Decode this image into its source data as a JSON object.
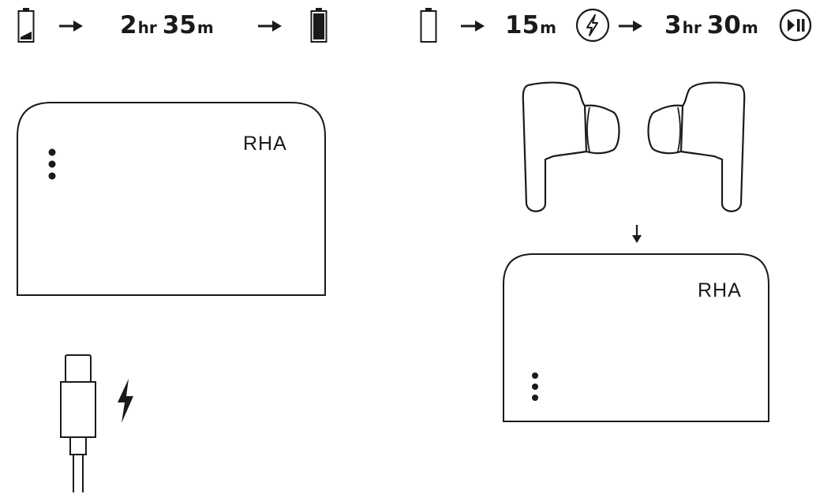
{
  "top_left": {
    "charge_time": {
      "hours": "2",
      "hr_unit": "hr",
      "minutes": "35",
      "min_unit": "m"
    }
  },
  "top_right": {
    "quick_charge": {
      "minutes": "15",
      "min_unit": "m"
    },
    "playback_time": {
      "hours": "3",
      "hr_unit": "hr",
      "minutes": "30",
      "min_unit": "m"
    }
  },
  "case_left": {
    "brand": "RHA"
  },
  "case_right": {
    "brand": "RHA"
  },
  "colors": {
    "ink": "#1a1a1a",
    "background": "#ffffff"
  },
  "icons": [
    "battery-empty-icon",
    "battery-low-icon",
    "battery-full-icon",
    "arrow-right-icon",
    "arrow-down-icon",
    "lightning-icon",
    "lightning-circle-icon",
    "play-pause-icon",
    "led-dots-icon",
    "usb-c-cable-icon",
    "earbud-icon"
  ]
}
